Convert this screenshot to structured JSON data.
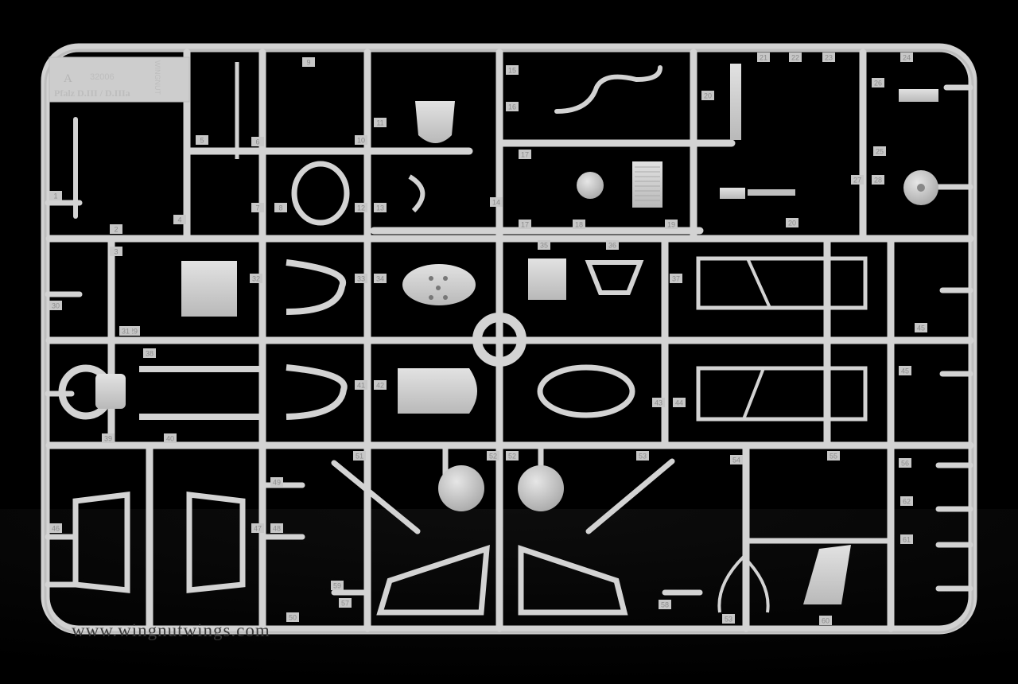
{
  "sprue": {
    "letter": "A",
    "kit_number": "32006",
    "brand": "WINGNUT",
    "subject": "Pfalz D.III / D.IIIa"
  },
  "watermark": "www.wingnutwings.com",
  "colors": {
    "background": "#000000",
    "plastic": "#d6d6d6",
    "plastic_shadow": "#a9a9a9",
    "label_text": "#8c8c8c"
  },
  "part_tags": [
    {
      "id": "p1",
      "label": "1"
    },
    {
      "id": "p2",
      "label": "2"
    },
    {
      "id": "p3",
      "label": "3"
    },
    {
      "id": "p4",
      "label": "4"
    },
    {
      "id": "p5",
      "label": "5"
    },
    {
      "id": "p6",
      "label": "6"
    },
    {
      "id": "p7",
      "label": "7"
    },
    {
      "id": "p8",
      "label": "8"
    },
    {
      "id": "p9",
      "label": "9"
    },
    {
      "id": "p10",
      "label": "10"
    },
    {
      "id": "p11",
      "label": "11"
    },
    {
      "id": "p12",
      "label": "12"
    },
    {
      "id": "p13",
      "label": "13"
    },
    {
      "id": "p14",
      "label": "14"
    },
    {
      "id": "p15",
      "label": "15"
    },
    {
      "id": "p16",
      "label": "16"
    },
    {
      "id": "p17",
      "label": "17"
    },
    {
      "id": "p17b",
      "label": "17"
    },
    {
      "id": "p18",
      "label": "18"
    },
    {
      "id": "p19",
      "label": "19"
    },
    {
      "id": "p20",
      "label": "20"
    },
    {
      "id": "p20b",
      "label": "20"
    },
    {
      "id": "p21",
      "label": "21"
    },
    {
      "id": "p22",
      "label": "22"
    },
    {
      "id": "p23",
      "label": "23"
    },
    {
      "id": "p24",
      "label": "24"
    },
    {
      "id": "p25",
      "label": "25"
    },
    {
      "id": "p26",
      "label": "26"
    },
    {
      "id": "p27",
      "label": "27"
    },
    {
      "id": "p28",
      "label": "28"
    },
    {
      "id": "p29",
      "label": "29"
    },
    {
      "id": "p30",
      "label": "30"
    },
    {
      "id": "p31",
      "label": "31"
    },
    {
      "id": "p32",
      "label": "32"
    },
    {
      "id": "p33",
      "label": "33"
    },
    {
      "id": "p34",
      "label": "34"
    },
    {
      "id": "p35",
      "label": "35"
    },
    {
      "id": "p36",
      "label": "36"
    },
    {
      "id": "p37",
      "label": "37"
    },
    {
      "id": "p38",
      "label": "38"
    },
    {
      "id": "p39",
      "label": "39"
    },
    {
      "id": "p40",
      "label": "40"
    },
    {
      "id": "p41",
      "label": "41"
    },
    {
      "id": "p42",
      "label": "42"
    },
    {
      "id": "p43",
      "label": "43"
    },
    {
      "id": "p44",
      "label": "44"
    },
    {
      "id": "p45",
      "label": "45"
    },
    {
      "id": "p45b",
      "label": "45"
    },
    {
      "id": "p46",
      "label": "46"
    },
    {
      "id": "p47",
      "label": "47"
    },
    {
      "id": "p48",
      "label": "48"
    },
    {
      "id": "p49",
      "label": "49"
    },
    {
      "id": "p50",
      "label": "50"
    },
    {
      "id": "p51",
      "label": "51"
    },
    {
      "id": "p52",
      "label": "52"
    },
    {
      "id": "p52b",
      "label": "52"
    },
    {
      "id": "p53",
      "label": "53"
    },
    {
      "id": "p53b",
      "label": "53"
    },
    {
      "id": "p54",
      "label": "54"
    },
    {
      "id": "p55",
      "label": "55"
    },
    {
      "id": "p56",
      "label": "56"
    },
    {
      "id": "p57",
      "label": "57"
    },
    {
      "id": "p58",
      "label": "58"
    },
    {
      "id": "p59",
      "label": "59"
    },
    {
      "id": "p60",
      "label": "60"
    },
    {
      "id": "p61",
      "label": "61"
    },
    {
      "id": "p62",
      "label": "62"
    }
  ]
}
